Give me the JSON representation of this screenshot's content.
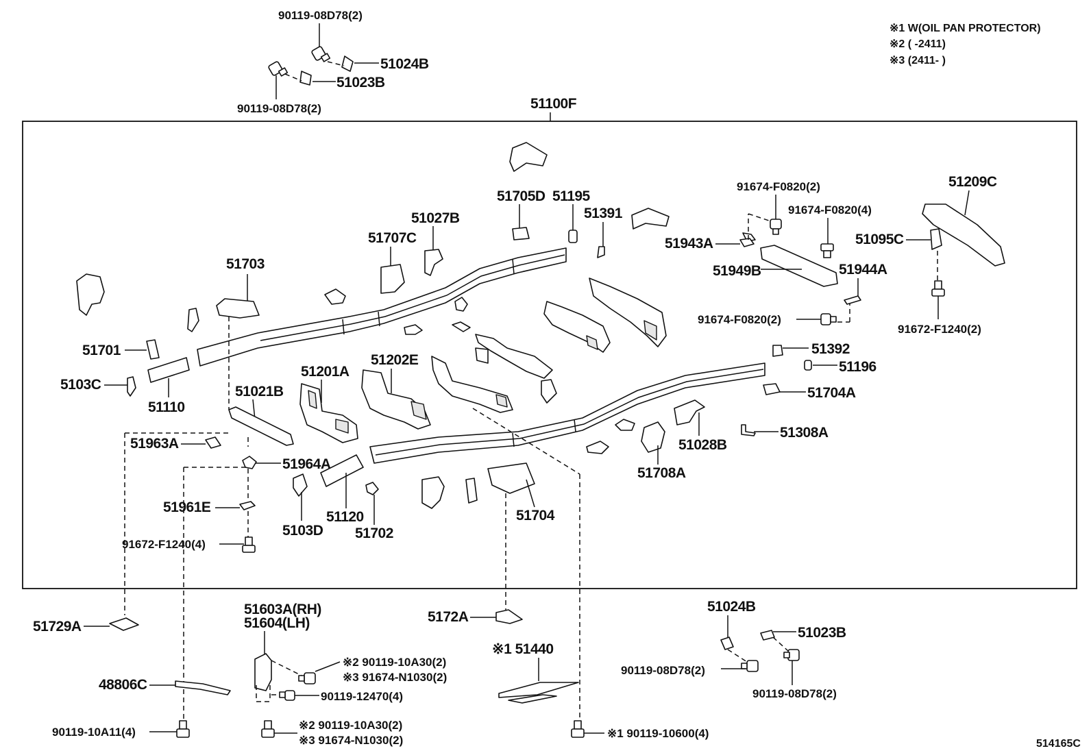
{
  "notes": [
    "※1 W(OIL PAN PROTECTOR)",
    "※2 (       -2411)",
    "※3 (2411-        )"
  ],
  "diagram_id": "514165C",
  "labels": {
    "top_bolt_1": "90119-08D78(2)",
    "top_51024B": "51024B",
    "top_51023B": "51023B",
    "top_bolt_2": "90119-08D78(2)",
    "frame_assy": "51100F",
    "p51705D": "51705D",
    "p51195": "51195",
    "p51391": "51391",
    "p91674_a": "91674-F0820(2)",
    "p91674_b": "91674-F0820(4)",
    "p51209C": "51209C",
    "p51027B": "51027B",
    "p51707C": "51707C",
    "p51943A": "51943A",
    "p51095C": "51095C",
    "p51703": "51703",
    "p51949B": "51949B",
    "p51944A": "51944A",
    "p91674_c": "91674-F0820(2)",
    "p91672_a": "91672-F1240(2)",
    "p51701": "51701",
    "p51392": "51392",
    "p5103C": "5103C",
    "p51196": "51196",
    "p51201A": "51201A",
    "p51202E": "51202E",
    "p51110": "51110",
    "p51704A": "51704A",
    "p51021B": "51021B",
    "p51308A": "51308A",
    "p51963A": "51963A",
    "p51964A": "51964A",
    "p51028B": "51028B",
    "p51708A": "51708A",
    "p51961E": "51961E",
    "p51120": "51120",
    "p51704": "51704",
    "p5103D": "5103D",
    "p51702": "51702",
    "p91672_b": "91672-F1240(4)",
    "p51603A": "51603A(RH)",
    "p51604": "51604(LH)",
    "p51024B_b": "51024B",
    "p5172A": "5172A",
    "p51729A": "51729A",
    "p51023B_b": "51023B",
    "p51440": "※1 51440",
    "p90119_10A30_a": "※2 90119-10A30(2)",
    "p91674_N1030_a": "※3 91674-N1030(2)",
    "p90119_08D78_c": "90119-08D78(2)",
    "p90119_08D78_d": "90119-08D78(2)",
    "p48806C": "48806C",
    "p90119_12470": "90119-12470(4)",
    "p90119_10A11": "90119-10A11(4)",
    "p90119_10A30_b": "※2 90119-10A30(2)",
    "p91674_N1030_b": "※3 91674-N1030(2)",
    "p90119_10600": "※1 90119-10600(4)"
  }
}
